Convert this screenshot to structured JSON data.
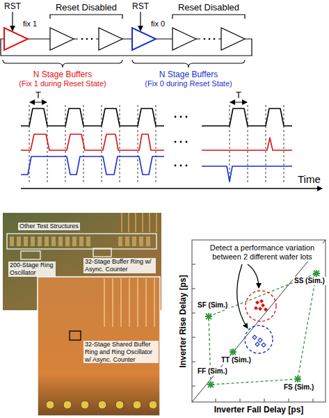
{
  "diagram": {
    "labels": [
      "RST",
      "Reset Disabled",
      "fix 1",
      "RST",
      "Reset Disabled",
      "fix 0",
      "N Stage Buffers",
      "(Fix 1 during Reset State)",
      "N Stage Buffers",
      "(Fix 0 during Reset State)",
      "T",
      "T",
      "Time",
      "Other Test Structures",
      "32-Stage Buffer Ring w/ Async. Counter",
      "200-Stage Ring Oscillator",
      "32-Stage Shared Buffer Ring and Ring Oscillator w/ Async. Counter",
      "Detect a performance variation between 2 different wafer lots",
      "SS (Sim.)",
      "SF (Sim.)",
      "TT (Sim.)",
      "FF (Sim.)",
      "FS (Sim.)",
      "Inverter Rise Delay [ps]",
      "Inverter Fall Delay [ps]"
    ]
  }
}
